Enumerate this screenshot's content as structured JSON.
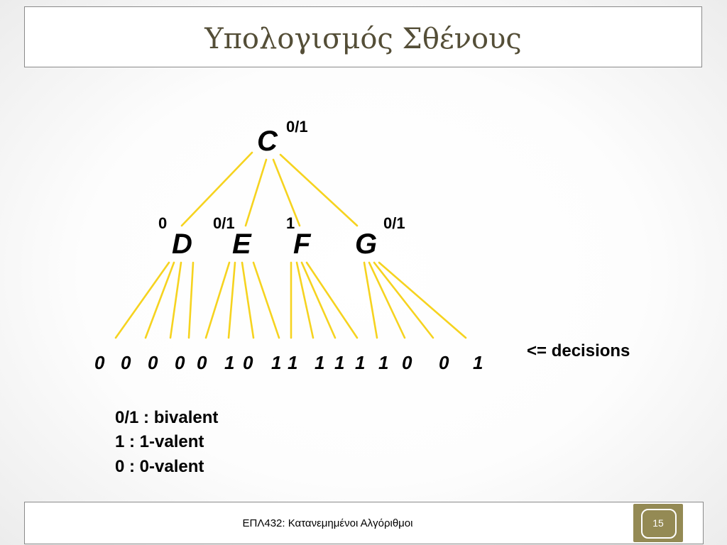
{
  "slide": {
    "title": "Υπολογισμός Σθένους",
    "footer": "ΕΠΛ432: Κατανεμημένοι Αλγόριθμοι",
    "page_number": "15"
  },
  "diagram": {
    "root": {
      "label": "C",
      "tag": "0/1"
    },
    "children": [
      {
        "label": "D",
        "tag": "0"
      },
      {
        "label": "E",
        "tag": "0/1"
      },
      {
        "label": "F",
        "tag": "1"
      },
      {
        "label": "G",
        "tag": "0/1"
      }
    ],
    "decisions": [
      "0",
      "0",
      "0",
      "0",
      "0",
      "1",
      "0",
      "1",
      "1",
      "1",
      "1",
      "1",
      "1",
      "0",
      "0",
      "1"
    ],
    "decisions_label": "<= decisions",
    "legend": [
      "0/1 : bivalent",
      "1 : 1-valent",
      "0 : 0-valent"
    ],
    "edge_color": "#f6d31f"
  }
}
